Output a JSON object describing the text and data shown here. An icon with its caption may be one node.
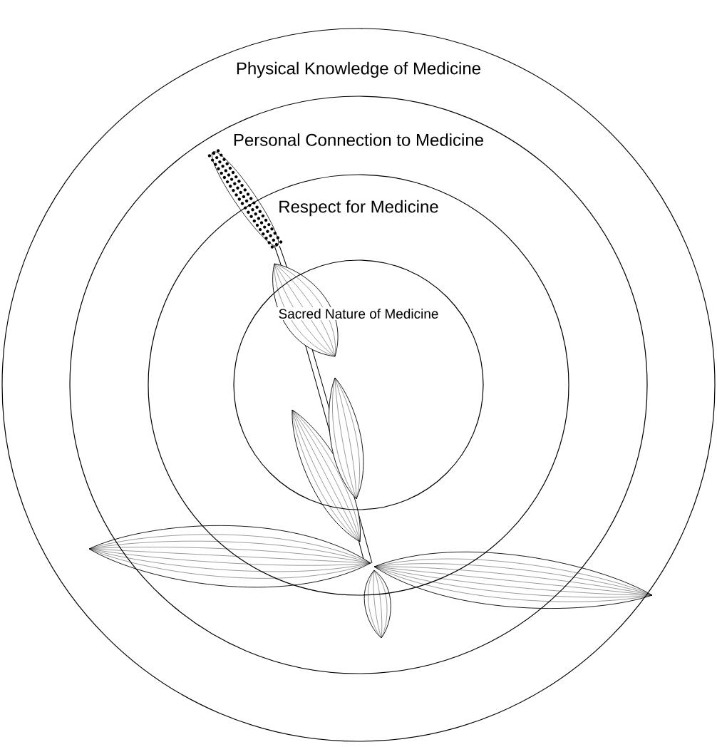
{
  "diagram": {
    "nodes": [
      {
        "text": [
          "Physical Knowledge of Medicine"
        ]
      },
      {
        "text": [
          "Personal Connection to Medicine"
        ],
        "in": 0
      },
      {
        "text": [
          "Respect for Medicine"
        ],
        "in": 1
      },
      {
        "text": [
          "Sacred Nature of Medicine"
        ],
        "in": 2
      }
    ]
  }
}
